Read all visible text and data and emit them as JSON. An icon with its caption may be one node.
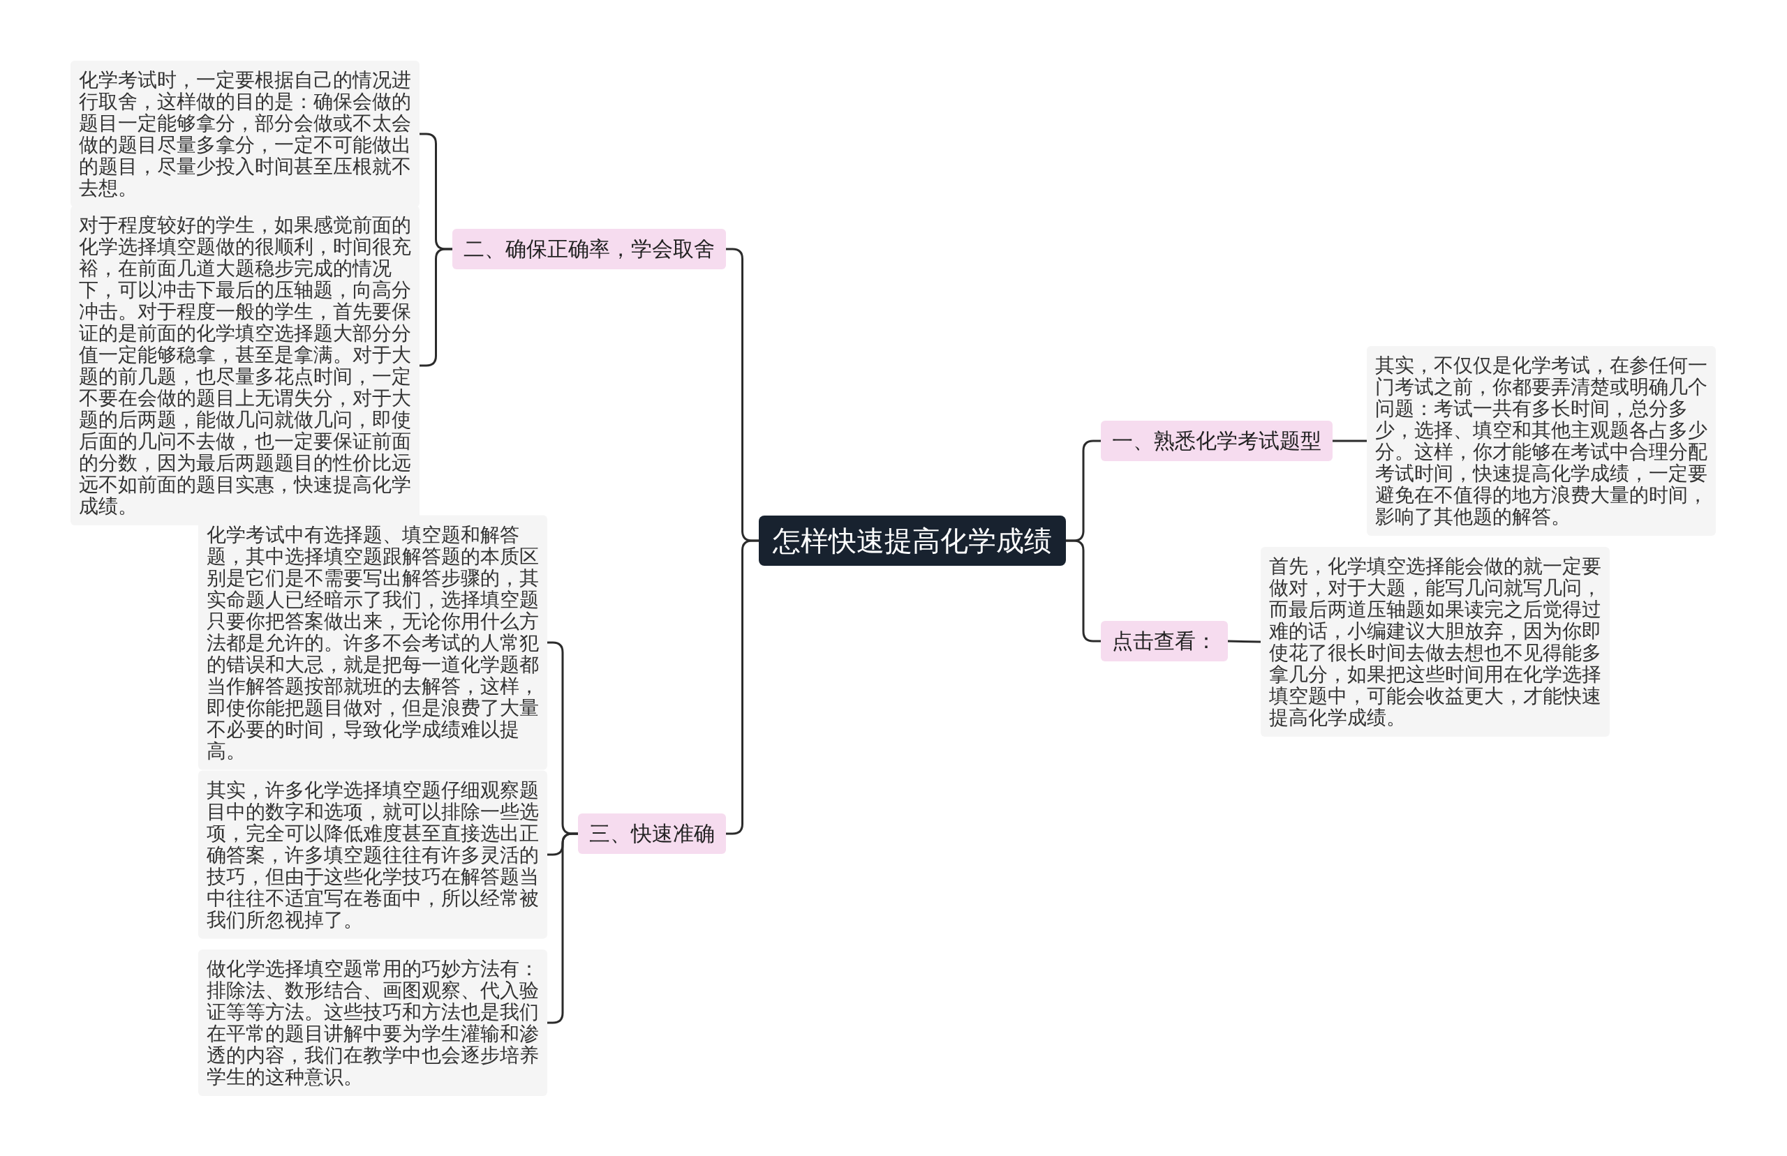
{
  "diagram": {
    "nodes": [
      {
        "text": [
          "怎样快速提高化学成绩"
        ]
      },
      {
        "text": [
          "二、确保正确率，学会取舍"
        ]
      },
      {
        "text": [
          "化学考试时，一定要根据自己的情况进行取舍，这样做的目的是：确保会做的题目一定能够拿分，部分会做或不太会做的题目尽量多拿分，一定不可能做出的题目，尽量少投入时间甚至压根就不去想。"
        ]
      },
      {
        "text": [
          "对于程度较好的学生，如果感觉前面的化学选择填空题做的很顺利，时间很充裕，在前面几道大题稳步完成的情况下，可以冲击下最后的压轴题，向高分冲击。对于程度一般的学生，首先要保证的是前面的化学填空选择题大部分分值一定能够稳拿，甚至是拿满。对于大题的前几题，也尽量多花点时间，一定不要在会做的题目上无谓失分，对于大题的后两题，能做几问就做几问，即使后面的几问不去做，也一定要保证前面的分数，因为最后两题题目的性价比远远不如前面的题目实惠，快速提高化学成绩。"
        ]
      },
      {
        "text": [
          "三、快速准确"
        ]
      },
      {
        "text": [
          "化学考试中有选择题、填空题和解答题，其中选择填空题跟解答题的本质区别是它们是不需要写出解答步骤的，其实命题人已经暗示了我们，选择填空题只要你把答案做出来，无论你用什么方法都是允许的。许多不会考试的人常犯的错误和大忌，就是把每一道化学题都当作解答题按部就班的去解答，这样，即使你能把题目做对，但是浪费了大量不必要的时间，导致化学成绩难以提高。"
        ]
      },
      {
        "text": [
          "其实，许多化学选择填空题仔细观察题目中的数字和选项，就可以排除一些选项，完全可以降低难度甚至直接选出正确答案，许多填空题往往有许多灵活的技巧，但由于这些化学技巧在解答题当中往往不适宜写在卷面中，所以经常被我们所忽视掉了。"
        ]
      },
      {
        "text": [
          "做化学选择填空题常用的巧妙方法有：排除法、数形结合、画图观察、代入验证等等方法。这些技巧和方法也是我们在平常的题目讲解中要为学生灌输和渗透的内容，我们在教学中也会逐步培养学生的这种意识。"
        ]
      },
      {
        "text": [
          "一、熟悉化学考试题型"
        ]
      },
      {
        "text": [
          "其实，不仅仅是化学考试，在参任何一门考试之前，你都要弄清楚或明确几个问题：考试一共有多长时间，总分多少，选择、填空和其他主观题各占多少分。这样，你才能够在考试中合理分配考试时间，快速提高化学成绩，一定要避免在不值得的地方浪费大量的时间，影响了其他题的解答。"
        ]
      },
      {
        "text": [
          "点击查看："
        ]
      },
      {
        "text": [
          "首先，化学填空选择能会做的就一定要做对，对于大题，能写几问就写几问，而最后两道压轴题如果读完之后觉得过难的话，小编建议大胆放弃，因为你即使花了很长时间去做去想也不见得能多拿几分，如果把这些时间用在化学选择填空题中，可能会收益更大，才能快速提高化学成绩。"
        ]
      }
    ],
    "edges": [
      {
        "from": 0,
        "to": 1,
        "arrow": "none"
      },
      {
        "from": 1,
        "to": 2,
        "arrow": "none"
      },
      {
        "from": 1,
        "to": 3,
        "arrow": "none"
      },
      {
        "from": 0,
        "to": 4,
        "arrow": "none"
      },
      {
        "from": 4,
        "to": 5,
        "arrow": "none"
      },
      {
        "from": 4,
        "to": 6,
        "arrow": "none"
      },
      {
        "from": 4,
        "to": 7,
        "arrow": "none"
      },
      {
        "from": 0,
        "to": 8,
        "arrow": "none"
      },
      {
        "from": 8,
        "to": 9,
        "arrow": "none"
      },
      {
        "from": 0,
        "to": 10,
        "arrow": "none"
      },
      {
        "from": 10,
        "to": 11,
        "arrow": "none"
      }
    ]
  }
}
